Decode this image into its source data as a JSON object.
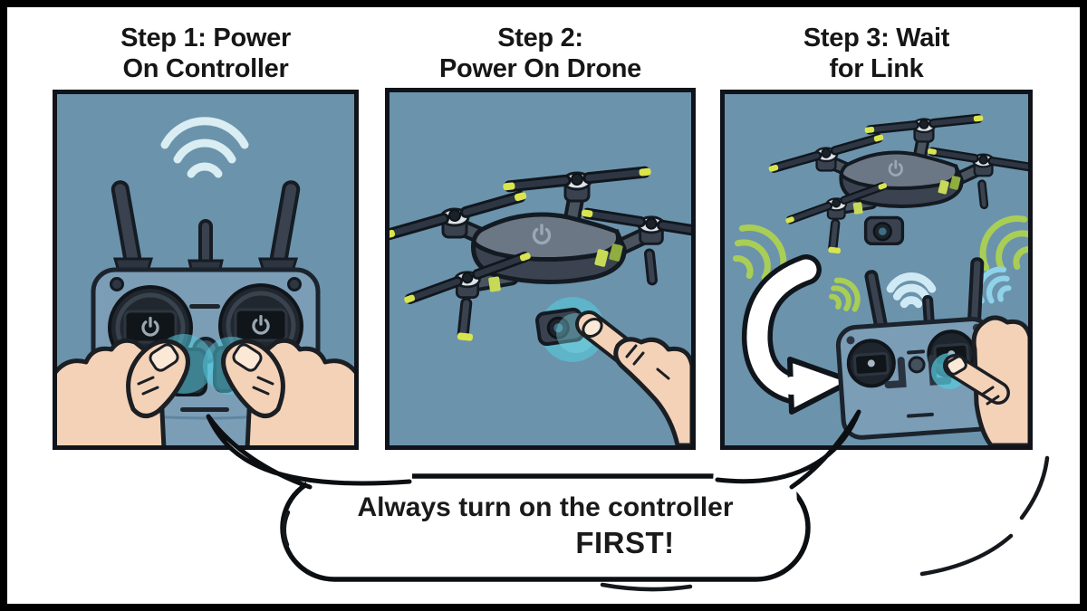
{
  "panels": [
    {
      "step": 1,
      "title": {
        "line1": "Step 1: Power",
        "line2": "On Controller"
      },
      "illustration": "two-hands-pressing-controller-power-buttons",
      "icons": [
        "wifi-signal-icon",
        "power-icon"
      ]
    },
    {
      "step": 2,
      "title": {
        "line1": "Step 2:",
        "line2": "Power On Drone"
      },
      "illustration": "finger-pressing-drone-power-button",
      "icons": [
        "power-icon"
      ]
    },
    {
      "step": 3,
      "title": {
        "line1": "Step 3: Wait",
        "line2": "for Link"
      },
      "illustration": "drone-linking-to-handheld-controller",
      "icons": [
        "curved-arrow-icon",
        "signal-waves-icon",
        "wifi-signal-icon"
      ]
    }
  ],
  "speech_bubble": {
    "line1": "Always turn on the controller",
    "line2": "FIRST!"
  },
  "colors": {
    "panel_bg": "#6b93ac",
    "outline": "#15181c",
    "skin": "#f4d2b8",
    "nail": "#fbe8d7",
    "controller_body": "#7b9db6",
    "dark_hardware": "#39424e",
    "glow_cyan": "#55c9dc",
    "signal_white": "#d9edf2",
    "signal_green": "#a9ce55",
    "signal_cyan": "#8fd2ea",
    "signal_pale": "#cfeaf4",
    "prop_tip": "#d9e54d",
    "stripe_green": "#c7da58",
    "bubble_bg": "#ffffff",
    "text": "#1a1a1a",
    "frame": "#000000"
  }
}
